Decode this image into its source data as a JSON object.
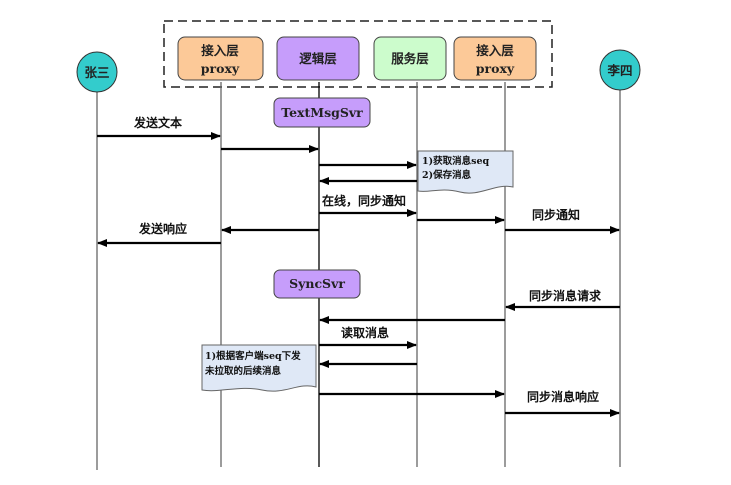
{
  "actors": {
    "user_a": "张三",
    "user_b": "李四"
  },
  "layers": [
    {
      "line1": "接入层",
      "line2": "proxy",
      "color": "#fcc998"
    },
    {
      "line1": "逻辑层",
      "line2": "",
      "color": "#c69dfb"
    },
    {
      "line1": "服务层",
      "line2": "",
      "color": "#ccfccc"
    },
    {
      "line1": "接入层",
      "line2": "proxy",
      "color": "#fcc998"
    }
  ],
  "services": {
    "text_msg_svr": "TextMsgSvr",
    "sync_svr": "SyncSvr"
  },
  "messages": {
    "send_text": "发送文本",
    "online_sync_notify": "在线，同步通知",
    "sync_notify": "同步通知",
    "send_response": "发送响应",
    "sync_msg_request": "同步消息请求",
    "read_msg": "读取消息",
    "sync_msg_response": "同步消息响应"
  },
  "notes": {
    "note1_line1": "1)获取消息seq",
    "note1_line2": "2)保存消息",
    "note2_line1": "1)根据客户端seq下发",
    "note2_line2": "未拉取的后续消息"
  },
  "colors": {
    "actor_fill": "#33cccc",
    "service_fill": "#c69dfb",
    "note_fill": "#dfe8f6"
  }
}
